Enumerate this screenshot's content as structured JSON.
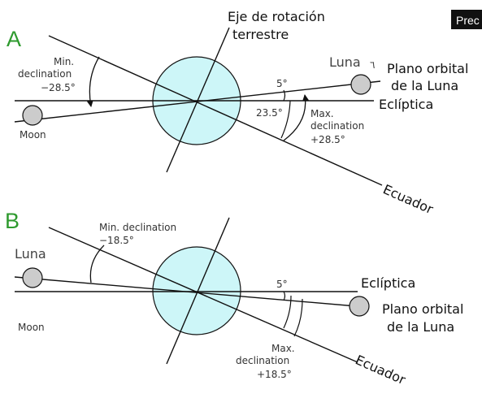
{
  "corner_tag": "Prec",
  "colors": {
    "earth_fill": "#cdf6f8",
    "moon_fill": "#cccccc",
    "line": "#111111",
    "panel_label": "#2e9a2e"
  },
  "panel_a": {
    "letter": "A",
    "axis_label_line1": "Eje de rotación",
    "axis_label_line2": "terrestre",
    "min_decl_line1": "Min.",
    "min_decl_line2": "declination",
    "min_decl_value": "−28.5°",
    "moon_left": "Moon",
    "luna_right": "Luna",
    "luna_suffix": "٦",
    "plane_line1": "Plano orbital",
    "plane_line2": "de la Luna",
    "ecliptic": "Eclíptica",
    "angle_5": "5°",
    "angle_235": "23.5°",
    "max_decl_line1": "Max.",
    "max_decl_line2": "declination",
    "max_decl_value": "+28.5°",
    "equator": "Ecuador"
  },
  "panel_b": {
    "letter": "B",
    "min_decl_line1": "Min. declination",
    "min_decl_value": "−18.5°",
    "luna_left": "Luna",
    "moon_left": "Moon",
    "angle_5": "5°",
    "ecliptic": "Eclíptica",
    "plane_line1": "Plano orbital",
    "plane_line2": "de la Luna",
    "max_decl_line1": "Max.",
    "max_decl_line2": "declination",
    "max_decl_value": "+18.5°",
    "equator": "Ecuador"
  }
}
